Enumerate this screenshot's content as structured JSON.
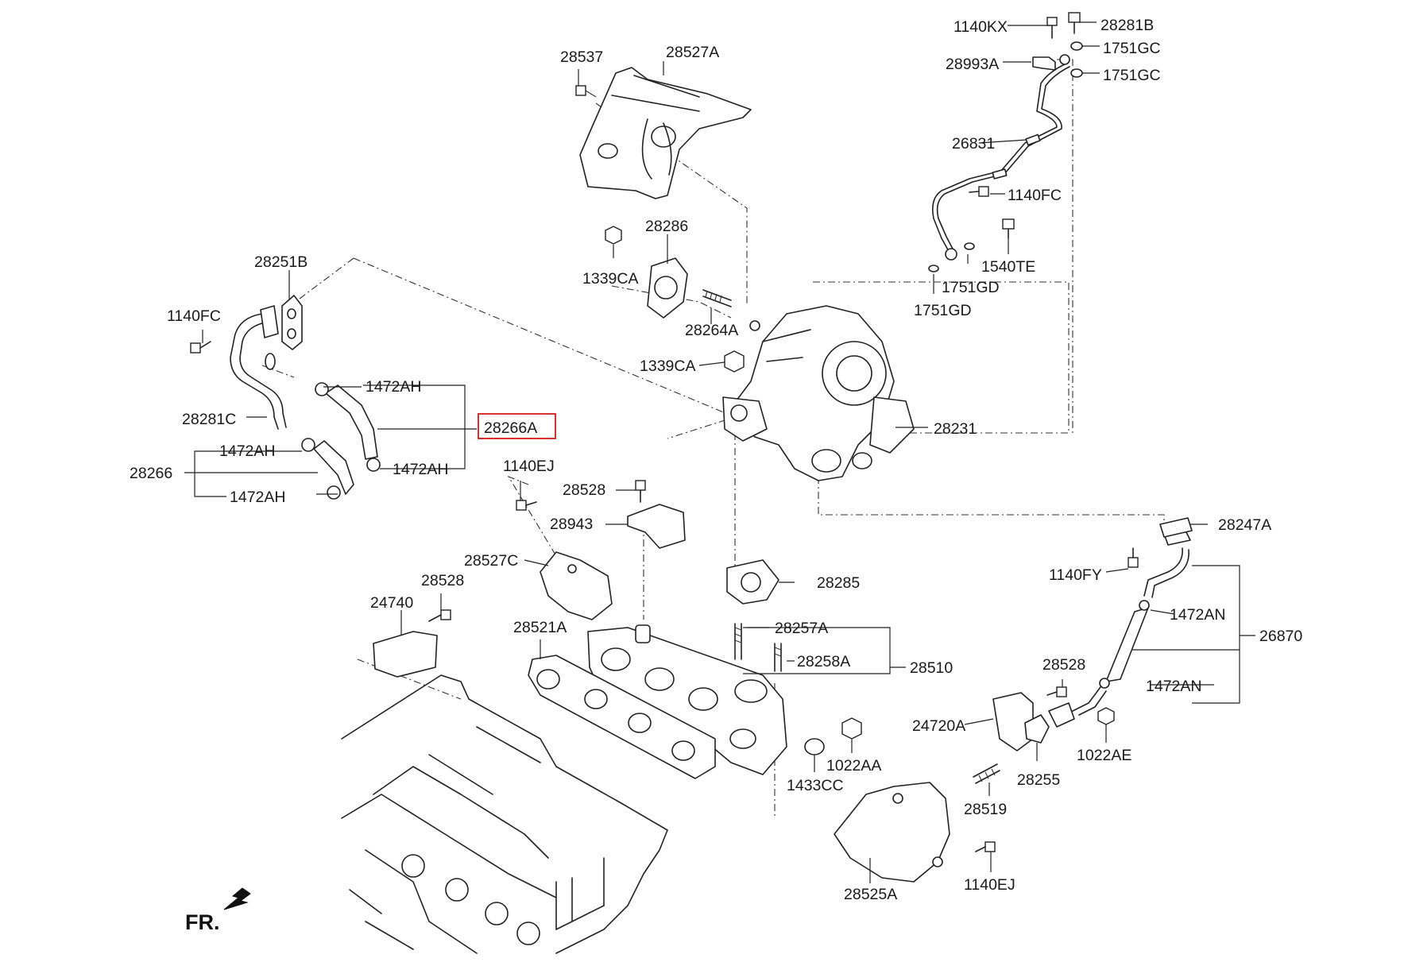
{
  "diagram": {
    "highlighted_part": "28266A",
    "highlight_color": "#d11a1a",
    "orientation_label": "FR.",
    "labels": {
      "p_1140KX": "1140KX",
      "p_28281B": "28281B",
      "p_1751GC_a": "1751GC",
      "p_28993A": "28993A",
      "p_1751GC_b": "1751GC",
      "p_28537": "28537",
      "p_28527A": "28527A",
      "p_26831": "26831",
      "p_1140FC_top": "1140FC",
      "p_28286": "28286",
      "p_1540TE": "1540TE",
      "p_28251B": "28251B",
      "p_1339CA_a": "1339CA",
      "p_1751GD_a": "1751GD",
      "p_1751GD_b": "1751GD",
      "p_1140FC_left": "1140FC",
      "p_28264A": "28264A",
      "p_1339CA_b": "1339CA",
      "p_1472AH_a": "1472AH",
      "p_28281C": "28281C",
      "p_28266A": "28266A",
      "p_28231": "28231",
      "p_1472AH_b": "1472AH",
      "p_1472AH_c": "1472AH",
      "p_28266": "28266",
      "p_1140EJ_a": "1140EJ",
      "p_28528_a": "28528",
      "p_1472AH_d": "1472AH",
      "p_28943": "28943",
      "p_28247A": "28247A",
      "p_28527C": "28527C",
      "p_1140FY": "1140FY",
      "p_28285": "28285",
      "p_28528_b": "28528",
      "p_24740": "24740",
      "p_1472AN_a": "1472AN",
      "p_28521A": "28521A",
      "p_28257A": "28257A",
      "p_26870": "26870",
      "p_28258A": "28258A",
      "p_28510": "28510",
      "p_28528_c": "28528",
      "p_1472AN_b": "1472AN",
      "p_24720A": "24720A",
      "p_1022AA": "1022AA",
      "p_1022AE": "1022AE",
      "p_1433CC": "1433CC",
      "p_28255": "28255",
      "p_28519": "28519",
      "p_1140EJ_b": "1140EJ",
      "p_28525A": "28525A"
    }
  }
}
